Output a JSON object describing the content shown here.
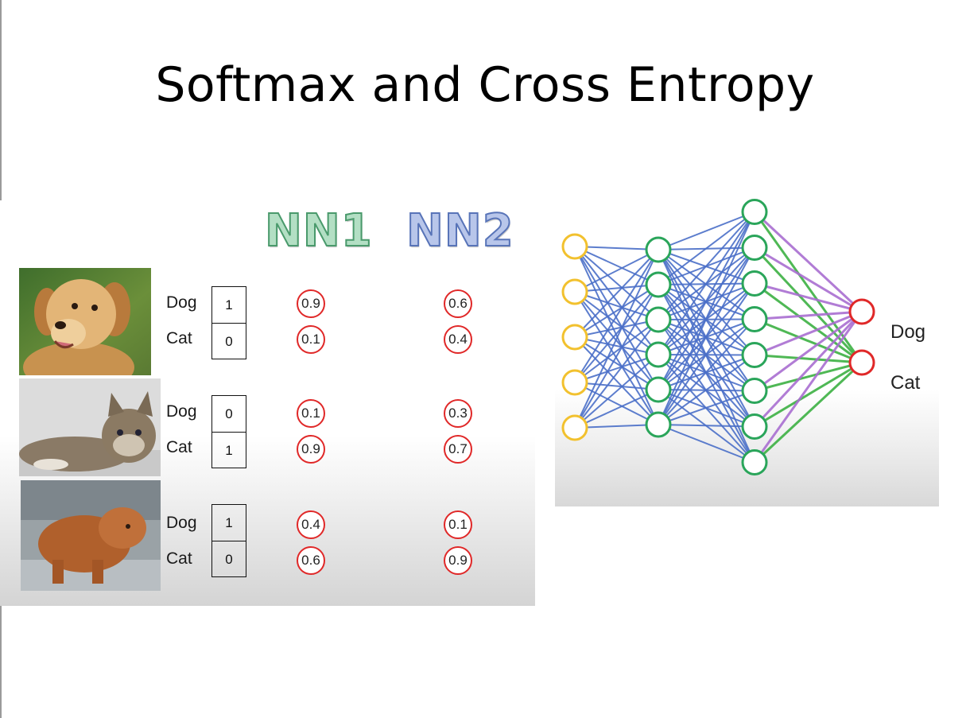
{
  "slide": {
    "title": "Softmax and Cross Entropy"
  },
  "headers": {
    "nn1": "NN1",
    "nn2": "NN2"
  },
  "examples": [
    {
      "image": "dog-photo",
      "labels": [
        "Dog",
        "Cat"
      ],
      "target": [
        "1",
        "0"
      ],
      "nn1": [
        "0.9",
        "0.1"
      ],
      "nn2": [
        "0.6",
        "0.4"
      ]
    },
    {
      "image": "cat-photo",
      "labels": [
        "Dog",
        "Cat"
      ],
      "target": [
        "0",
        "1"
      ],
      "nn1": [
        "0.1",
        "0.9"
      ],
      "nn2": [
        "0.3",
        "0.7"
      ]
    },
    {
      "image": "brown-dog-photo",
      "labels": [
        "Dog",
        "Cat"
      ],
      "target": [
        "1",
        "0"
      ],
      "nn1": [
        "0.4",
        "0.6"
      ],
      "nn2": [
        "0.1",
        "0.9"
      ]
    }
  ],
  "network": {
    "layers": [
      5,
      6,
      8,
      2
    ],
    "output_labels": [
      "Dog",
      "Cat"
    ],
    "colors": {
      "input": "#f2c12e",
      "hidden": "#2aa55a",
      "output": "#e02828",
      "edge": "#4a6fc8",
      "dog_edges": "#a86ed0",
      "cat_edges": "#3cb043"
    }
  }
}
